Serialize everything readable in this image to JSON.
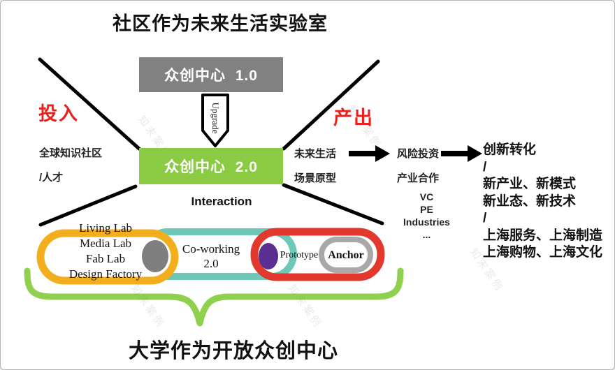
{
  "title": "社区作为未来生活实验室",
  "center": {
    "box_1_label": "众创中心  1.0",
    "upgrade_label": "Upgrade",
    "box_2_label": "众创中心  2.0",
    "interaction_label": "Interaction"
  },
  "left_side": {
    "input_label": "投入",
    "line1": "全球知识社区",
    "line2": "/人才"
  },
  "right_side": {
    "output_label": "产出",
    "line1": "未来生活",
    "line2": "场景原型"
  },
  "funding": {
    "line1": "风险投资",
    "line2": "产业合作",
    "sub1": "VC",
    "sub2": "PE",
    "sub3": "Industries",
    "sub4": "..."
  },
  "outcomes": {
    "lines": [
      "创新转化",
      "/",
      "新产业、新模式",
      "新业态、新技术",
      "/",
      "上海服务、上海制造",
      "上海购物、上海文化"
    ]
  },
  "labs": {
    "items": [
      "Living Lab",
      "Media Lab",
      "Fab Lab",
      "Design Factory"
    ],
    "coworking_line1": "Co-working",
    "coworking_line2": "2.0",
    "prototype_label": "Prototype",
    "anchor_label": "Anchor"
  },
  "bottom_title": "大学作为开放众创中心",
  "watermark": "知末案例",
  "colors": {
    "box1_gray": "#818181",
    "box2_green": "#8bcb44",
    "accent_red": "#e8231f",
    "labs_yellow": "#f2ae1c",
    "coworking_teal": "#6ec8b7",
    "prototype_red": "#e2382e",
    "anchor_ring_gray": "#a8a8a8",
    "junction_gray": "#7f7f7f",
    "junction_purple": "#5b2e91",
    "brace_green": "#8fd14f"
  }
}
